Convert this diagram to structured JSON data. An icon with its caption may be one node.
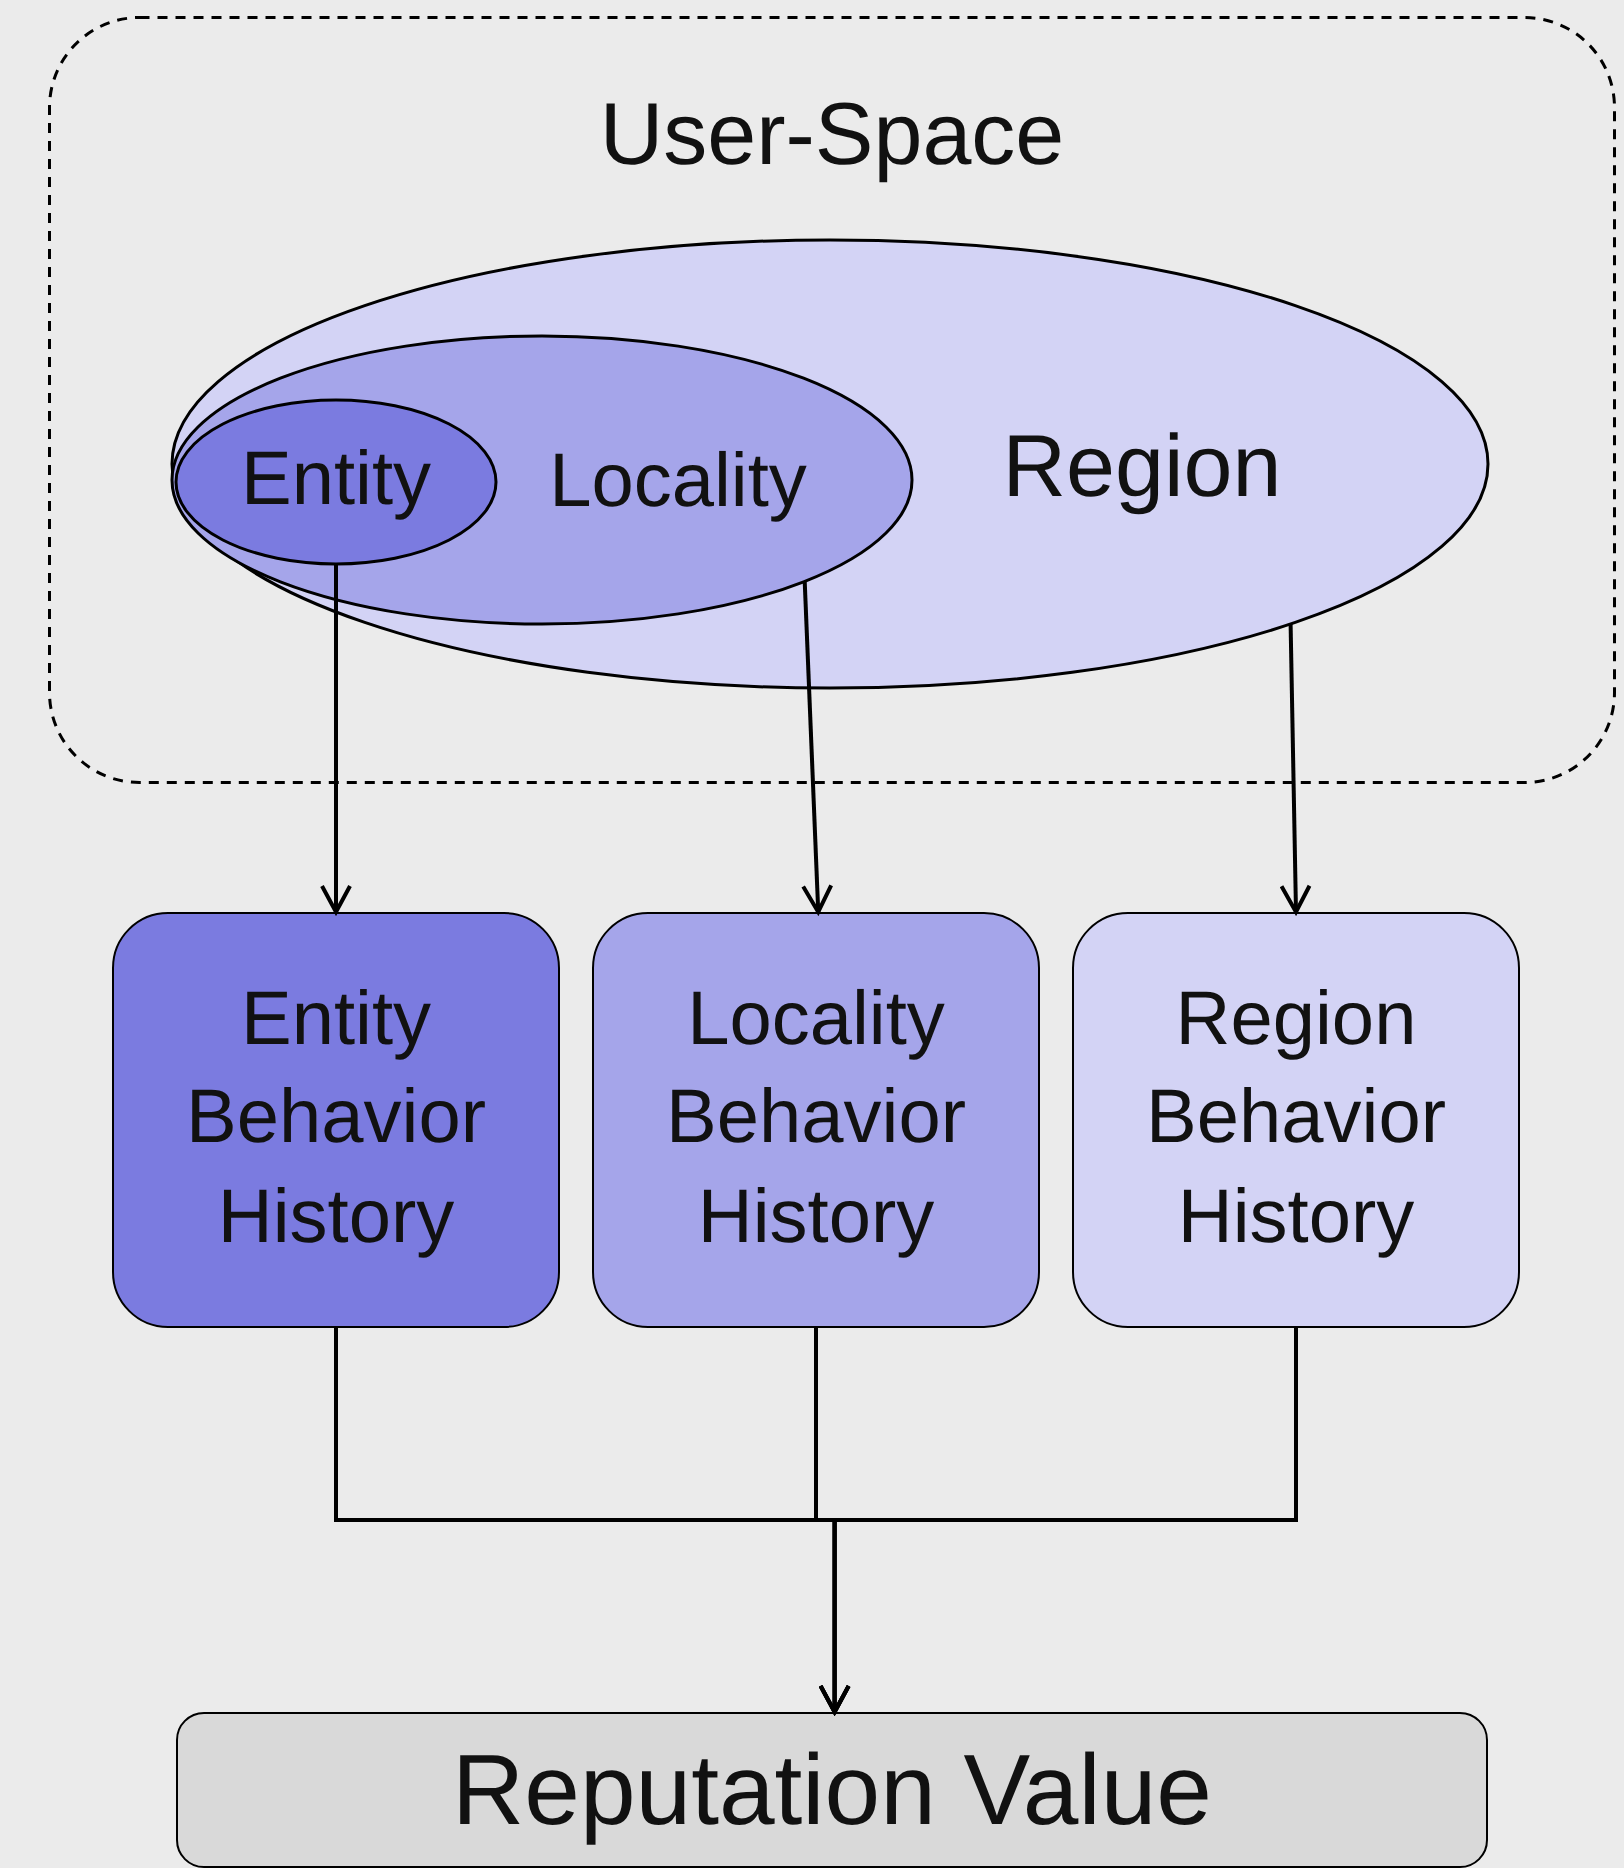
{
  "diagram": {
    "nodes": [
      {
        "text": [
          "User-Space"
        ]
      },
      {
        "text": [
          "Region"
        ],
        "in": 0
      },
      {
        "text": [
          "Locality"
        ],
        "in": 1
      },
      {
        "text": [
          "Entity"
        ],
        "in": 2
      },
      {
        "text": [
          "Entity Behavior History"
        ]
      },
      {
        "text": [
          "Locality Behavior History"
        ]
      },
      {
        "text": [
          "Region Behavior History"
        ]
      },
      {
        "text": [
          "Reputation Value"
        ]
      }
    ],
    "edges": [
      {
        "from": 3,
        "to": 4,
        "arrow": "to"
      },
      {
        "from": 2,
        "to": 5,
        "arrow": "to"
      },
      {
        "from": 1,
        "to": 6,
        "arrow": "to"
      },
      {
        "from": 4,
        "to": 7,
        "arrow": "to"
      },
      {
        "from": 5,
        "to": 7,
        "arrow": "to"
      },
      {
        "from": 6,
        "to": 7,
        "arrow": "to"
      }
    ]
  }
}
